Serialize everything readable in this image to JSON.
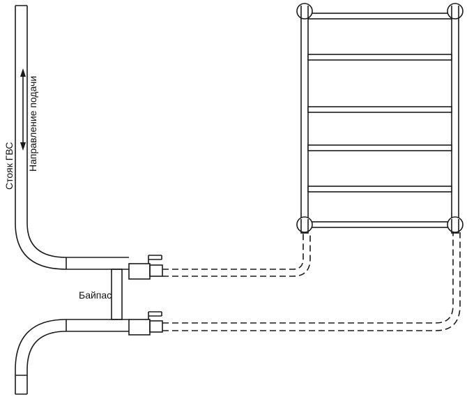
{
  "labels": {
    "riser": "Стояк ГВС",
    "flow_direction": "Направление подачи",
    "bypass": "Байпас"
  },
  "colors": {
    "line": "#1a1a1a",
    "background": "#ffffff"
  }
}
